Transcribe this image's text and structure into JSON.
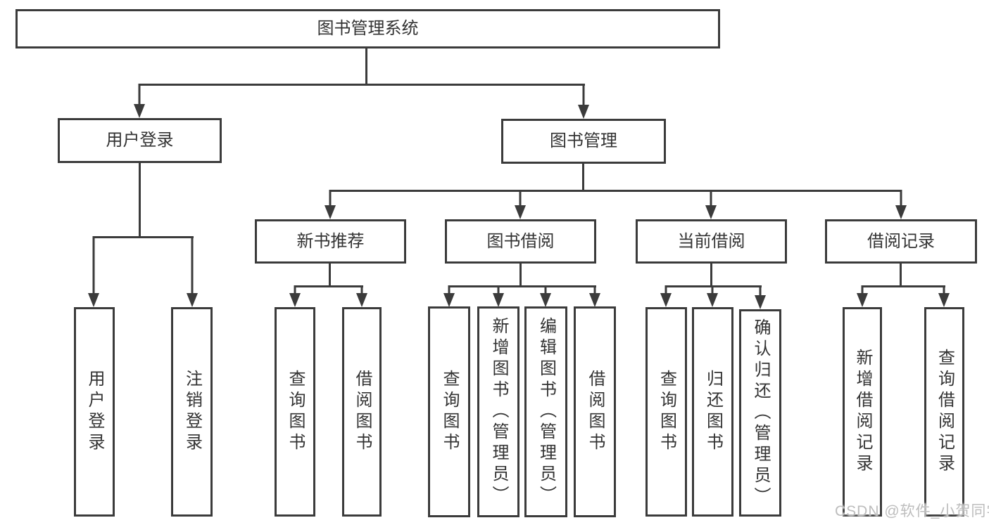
{
  "diagram": {
    "root": {
      "label": "图书管理系统"
    },
    "level2": {
      "user_login": {
        "label": "用户登录"
      },
      "book_mgmt": {
        "label": "图书管理"
      }
    },
    "level3": {
      "new_book_rec": {
        "label": "新书推荐"
      },
      "book_borrow": {
        "label": "图书借阅"
      },
      "current_borrow": {
        "label": "当前借阅"
      },
      "borrow_records": {
        "label": "借阅记录"
      }
    },
    "level4": {
      "user_login_action": {
        "label": "用户登录"
      },
      "logout_action": {
        "label": "注销登录"
      },
      "newrec_query_books": {
        "label": "查询图书"
      },
      "newrec_borrow_books": {
        "label": "借阅图书"
      },
      "borrow_query_books": {
        "label": "查询图书"
      },
      "borrow_add_books": {
        "label": "新增图书（管理员）"
      },
      "borrow_edit_books": {
        "label": "编辑图书（管理员）"
      },
      "borrow_borrow_books": {
        "label": "借阅图书"
      },
      "current_query_books": {
        "label": "查询图书"
      },
      "current_return_books": {
        "label": "归还图书"
      },
      "current_confirm_return": {
        "label": "确认归还（管理员）"
      },
      "records_add_record": {
        "label": "新增借阅记录"
      },
      "records_query_record": {
        "label": "查询借阅记录"
      }
    },
    "watermark": "CSDN @软件_小贺同学",
    "colors": {
      "line": "#3b3b3b",
      "text": "#333333",
      "watermark": "#bdbdbd",
      "background": "#ffffff"
    }
  }
}
